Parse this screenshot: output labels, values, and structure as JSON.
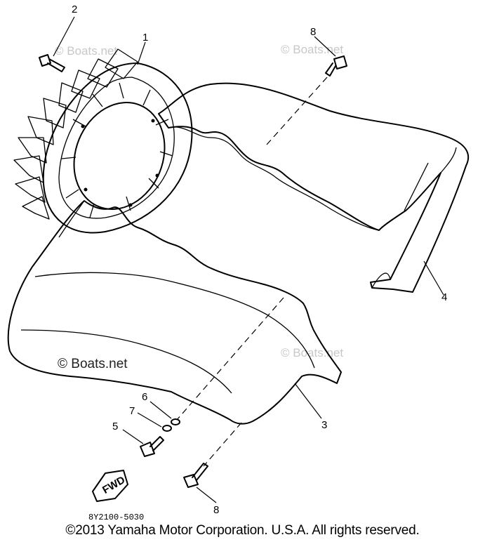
{
  "callouts": {
    "c1": "1",
    "c2": "2",
    "c3": "3",
    "c4": "4",
    "c5": "5",
    "c6": "6",
    "c7": "7",
    "c8_top": "8",
    "c8_bottom": "8"
  },
  "fwd_arrow_text": "FWD",
  "part_code": "8Y2100-5030",
  "watermarks": {
    "main": "© Boats.net",
    "faint": "© Boats.net"
  },
  "copyright": "©2013 Yamaha Motor Corporation. U.S.A. All rights reserved."
}
